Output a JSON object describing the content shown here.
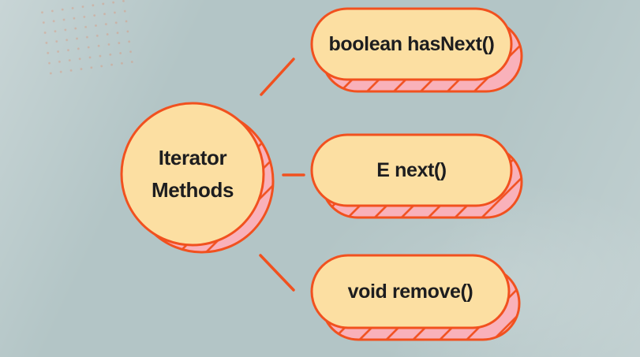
{
  "diagram": {
    "center_node": {
      "label": "Iterator Methods"
    },
    "nodes": [
      {
        "label": "boolean hasNext()"
      },
      {
        "label": "E next()"
      },
      {
        "label": "void remove()"
      }
    ]
  },
  "colors": {
    "background": "#b3c5c6",
    "node_fill": "#fcdfa2",
    "outline": "#f1511f",
    "shadow_pink": "#f9b1ba",
    "text_color": "#1d1d1f"
  }
}
